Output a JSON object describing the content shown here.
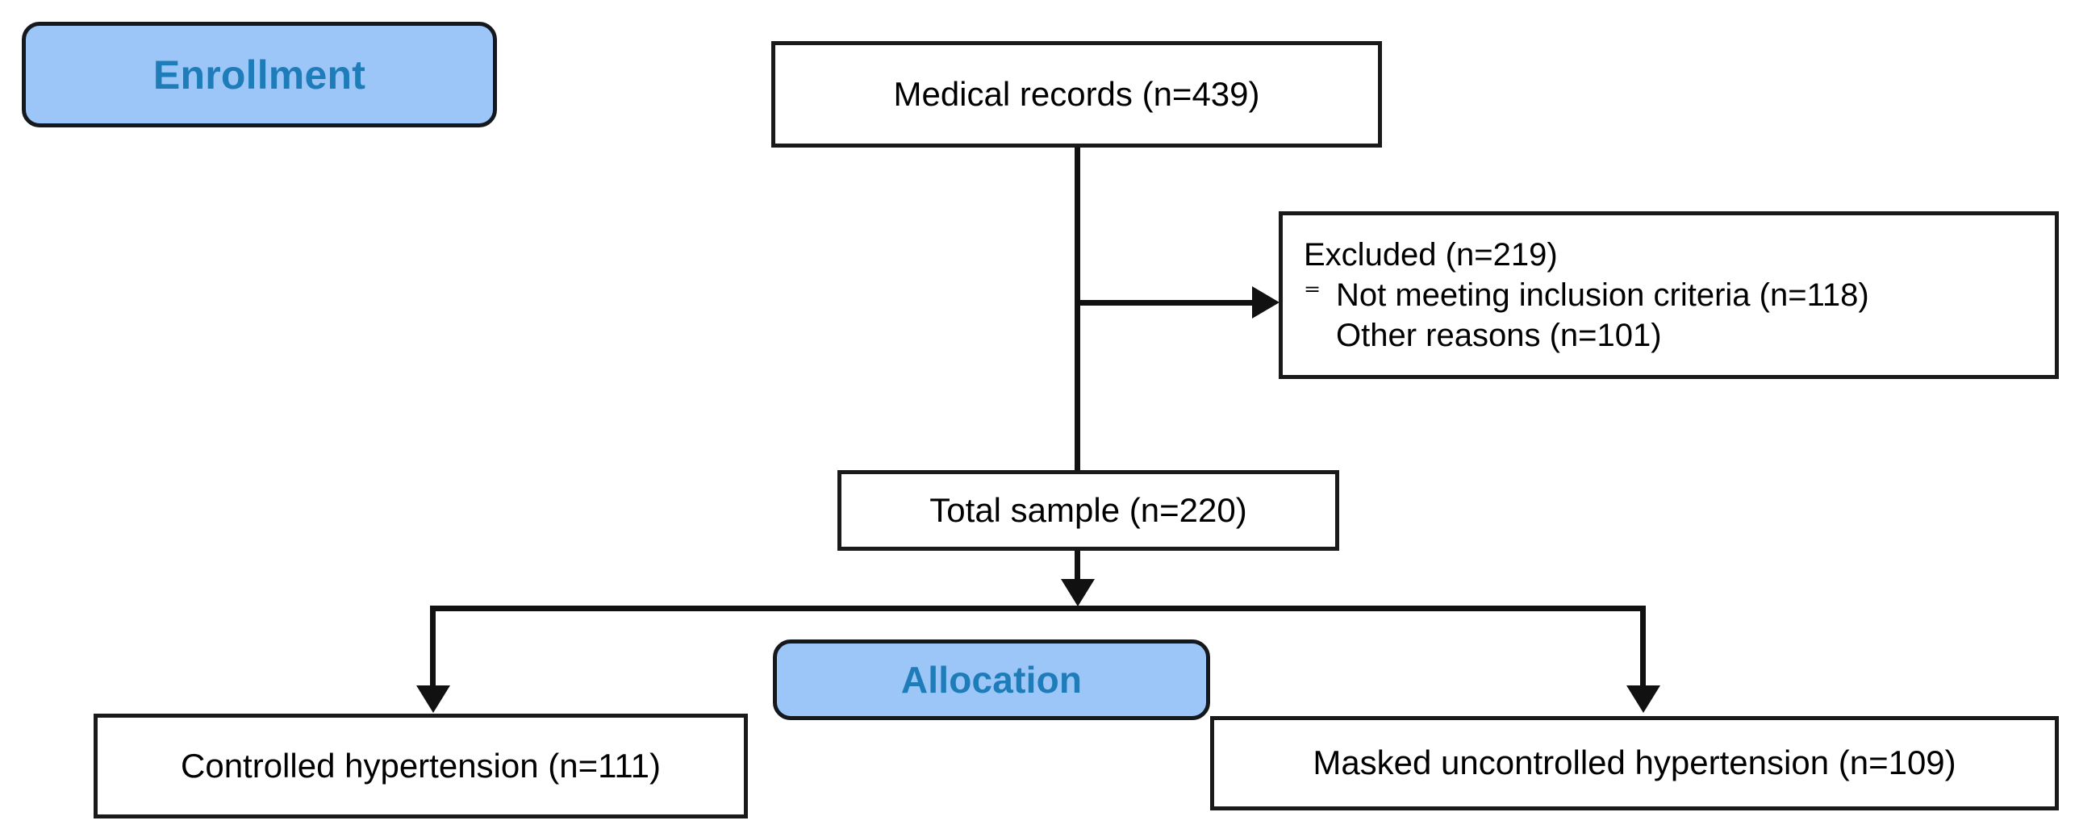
{
  "diagram": {
    "title": "CONSORT-style participant flow diagram",
    "type": "flowchart",
    "colors": {
      "stage_fill": "#9CC6F7",
      "stage_text": "#1E7CB9",
      "stage_border": "#15181C",
      "node_border": "#1A1A1A",
      "node_fill": "#FFFFFF",
      "node_text": "#000000",
      "connector": "#111111",
      "background": "#FFFFFF"
    }
  },
  "stages": [
    {
      "id": "enrollment",
      "label": "Enrollment"
    },
    {
      "id": "allocation",
      "label": "Allocation"
    }
  ],
  "nodes": {
    "medical_records": {
      "label": "Medical records (n=439)",
      "n": 439
    },
    "excluded": {
      "heading": "Excluded (n=219)",
      "n": 219,
      "bullet_glyph": "⁼",
      "reasons": [
        {
          "label": "Not meeting inclusion criteria (n=118)",
          "n": 118,
          "bulleted": true
        },
        {
          "label": "Other reasons (n=101)",
          "n": 101,
          "bulleted": false
        }
      ]
    },
    "total_sample": {
      "label": "Total sample (n=220)",
      "n": 220
    },
    "controlled": {
      "label": "Controlled hypertension (n=111)",
      "n": 111
    },
    "masked_uncontrolled": {
      "label": "Masked uncontrolled hypertension (n=109)",
      "n": 109
    }
  },
  "connectors": [
    {
      "id": "records-to-total",
      "from": "medical_records",
      "to": "total_sample",
      "kind": "vertical"
    },
    {
      "id": "records-to-excluded",
      "from": "medical_records",
      "to": "excluded",
      "kind": "branch-right-arrow"
    },
    {
      "id": "total-to-split",
      "from": "total_sample",
      "to": "allocation-split",
      "kind": "vertical-arrow"
    },
    {
      "id": "split-to-controlled",
      "from": "allocation-split",
      "to": "controlled",
      "kind": "vertical-arrow"
    },
    {
      "id": "split-to-masked",
      "from": "allocation-split",
      "to": "masked_uncontrolled",
      "kind": "vertical-arrow"
    }
  ]
}
